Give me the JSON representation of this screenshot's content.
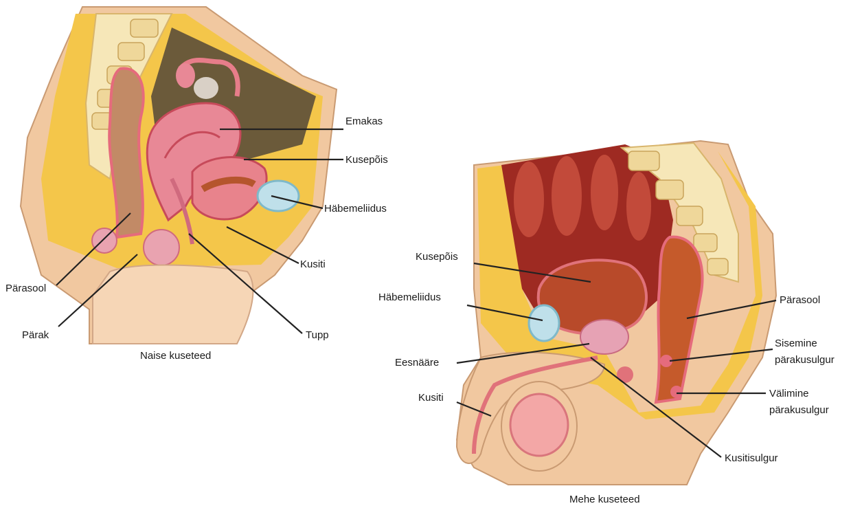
{
  "female": {
    "caption": "Naise kuseteed",
    "labels": {
      "uterus": "Emakas",
      "bladder": "Kusepõis",
      "pubic_bone": "Häbemeliidus",
      "urethra": "Kusiti",
      "vagina": "Tupp",
      "rectum": "Pärasool",
      "anus": "Pärak"
    }
  },
  "male": {
    "caption": "Mehe kuseteed",
    "labels": {
      "bladder": "Kusepõis",
      "pubic_bone": "Häbemeliidus",
      "prostate": "Eesnääre",
      "urethra": "Kusiti",
      "rectum": "Pärasool",
      "internal_sphincter_1": "Sisemine",
      "internal_sphincter_2": "pärakusulgur",
      "external_sphincter_1": "Välimine",
      "external_sphincter_2": "pärakusulgur",
      "urethral_sphincter": "Kusitisulgur"
    }
  },
  "colors": {
    "skin": "#f1c8a0",
    "fat": "#f4c64a",
    "muscle": "#e0727a",
    "organ_dark": "#6b5a3a",
    "bone": "#f6e7b8",
    "intestine": "#b83a2c",
    "cartilage": "#bfe0ea"
  }
}
